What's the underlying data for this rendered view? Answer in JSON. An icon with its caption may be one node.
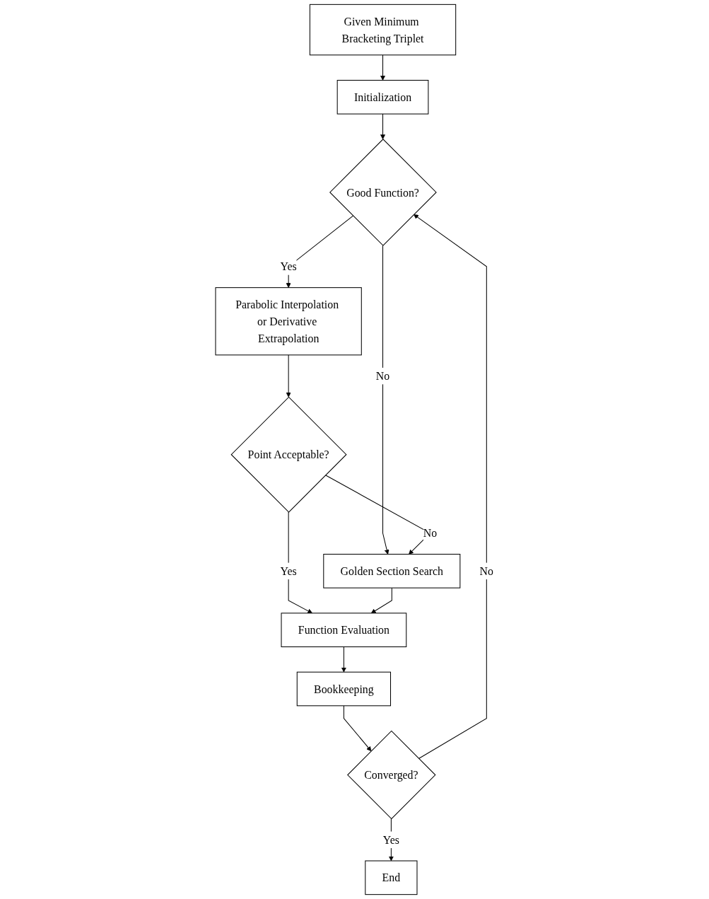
{
  "diagram": {
    "nodes": [
      {
        "text": [
          "Given Minimum Bracketing Triplet"
        ]
      },
      {
        "text": [
          "Initialization"
        ]
      },
      {
        "text": [
          "Good Function?"
        ]
      },
      {
        "text": [
          "Parabolic Interpolation or Derivative Extrapolation"
        ]
      },
      {
        "text": [
          "Point Acceptable?"
        ]
      },
      {
        "text": [
          "Golden Section Search"
        ]
      },
      {
        "text": [
          "Function Evaluation"
        ]
      },
      {
        "text": [
          "Bookkeeping"
        ]
      },
      {
        "text": [
          "Converged?"
        ]
      },
      {
        "text": [
          "End"
        ]
      }
    ],
    "edges": [
      {
        "from": 0,
        "to": 1,
        "arrow": "to"
      },
      {
        "from": 1,
        "to": 2,
        "arrow": "to"
      },
      {
        "from": 2,
        "to": 3,
        "arrow": "to",
        "label": "Yes"
      },
      {
        "from": 2,
        "to": 5,
        "arrow": "to",
        "label": "No"
      },
      {
        "from": 3,
        "to": 4,
        "arrow": "to"
      },
      {
        "from": 4,
        "to": 5,
        "arrow": "to",
        "label": "No"
      },
      {
        "from": 4,
        "to": 6,
        "arrow": "to",
        "label": "Yes"
      },
      {
        "from": 5,
        "to": 6,
        "arrow": "to"
      },
      {
        "from": 6,
        "to": 7,
        "arrow": "to"
      },
      {
        "from": 7,
        "to": 8,
        "arrow": "to"
      },
      {
        "from": 8,
        "to": 2,
        "arrow": "to",
        "label": "No"
      },
      {
        "from": 8,
        "to": 9,
        "arrow": "to",
        "label": "Yes"
      }
    ]
  }
}
